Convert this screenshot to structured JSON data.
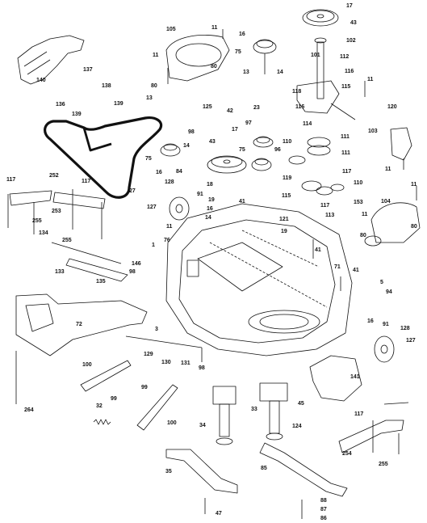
{
  "diagram": {
    "parts": [
      {
        "id": "p17a",
        "label": "17"
      },
      {
        "id": "p43a",
        "label": "43"
      },
      {
        "id": "p102",
        "label": "102"
      },
      {
        "id": "p105",
        "label": "105"
      },
      {
        "id": "p11a",
        "label": "11"
      },
      {
        "id": "p16a",
        "label": "16"
      },
      {
        "id": "p11b",
        "label": "11"
      },
      {
        "id": "p75a",
        "label": "75"
      },
      {
        "id": "p101",
        "label": "101"
      },
      {
        "id": "p112",
        "label": "112"
      },
      {
        "id": "p140",
        "label": "140"
      },
      {
        "id": "p137",
        "label": "137"
      },
      {
        "id": "p80a",
        "label": "80"
      },
      {
        "id": "p80b",
        "label": "80"
      },
      {
        "id": "p13a",
        "label": "13"
      },
      {
        "id": "p14a",
        "label": "14"
      },
      {
        "id": "p116",
        "label": "116"
      },
      {
        "id": "p11c",
        "label": "11"
      },
      {
        "id": "p115",
        "label": "115"
      },
      {
        "id": "p138",
        "label": "138"
      },
      {
        "id": "p118",
        "label": "118"
      },
      {
        "id": "p136",
        "label": "136"
      },
      {
        "id": "p139a",
        "label": "139"
      },
      {
        "id": "p139b",
        "label": "139"
      },
      {
        "id": "p13b",
        "label": "13"
      },
      {
        "id": "p125",
        "label": "125"
      },
      {
        "id": "p42",
        "label": "42"
      },
      {
        "id": "p23",
        "label": "23"
      },
      {
        "id": "p116b",
        "label": "116"
      },
      {
        "id": "p120",
        "label": "120"
      },
      {
        "id": "p114",
        "label": "114"
      },
      {
        "id": "p98a",
        "label": "98"
      },
      {
        "id": "p97",
        "label": "97"
      },
      {
        "id": "p17b",
        "label": "17"
      },
      {
        "id": "p103",
        "label": "103"
      },
      {
        "id": "p43b",
        "label": "43"
      },
      {
        "id": "p14b",
        "label": "14"
      },
      {
        "id": "p110a",
        "label": "110"
      },
      {
        "id": "p96",
        "label": "96"
      },
      {
        "id": "p75b",
        "label": "75"
      },
      {
        "id": "p111a",
        "label": "111"
      },
      {
        "id": "p75c",
        "label": "75"
      },
      {
        "id": "p111b",
        "label": "111"
      },
      {
        "id": "p84",
        "label": "84"
      },
      {
        "id": "p16b",
        "label": "16"
      },
      {
        "id": "p11d",
        "label": "11"
      },
      {
        "id": "p252",
        "label": "252"
      },
      {
        "id": "p117a",
        "label": "117"
      },
      {
        "id": "p117b",
        "label": "117"
      },
      {
        "id": "p27",
        "label": "27"
      },
      {
        "id": "p128a",
        "label": "128"
      },
      {
        "id": "p18",
        "label": "18"
      },
      {
        "id": "p119",
        "label": "119"
      },
      {
        "id": "p117c",
        "label": "117"
      },
      {
        "id": "p110b",
        "label": "110"
      },
      {
        "id": "p11e",
        "label": "11"
      },
      {
        "id": "p91a",
        "label": "91"
      },
      {
        "id": "p41a",
        "label": "41"
      },
      {
        "id": "p115b",
        "label": "115"
      },
      {
        "id": "p113",
        "label": "113"
      },
      {
        "id": "p153",
        "label": "153"
      },
      {
        "id": "p104",
        "label": "104"
      },
      {
        "id": "p253",
        "label": "253"
      },
      {
        "id": "p127a",
        "label": "127"
      },
      {
        "id": "p19a",
        "label": "19"
      },
      {
        "id": "p117d",
        "label": "117"
      },
      {
        "id": "p16c",
        "label": "16"
      },
      {
        "id": "p14c",
        "label": "14"
      },
      {
        "id": "p121",
        "label": "121"
      },
      {
        "id": "p11f",
        "label": "11"
      },
      {
        "id": "p11g",
        "label": "11"
      },
      {
        "id": "p255a",
        "label": "255"
      },
      {
        "id": "p255b",
        "label": "255"
      },
      {
        "id": "p19b",
        "label": "19"
      },
      {
        "id": "p134",
        "label": "134"
      },
      {
        "id": "p76",
        "label": "76"
      },
      {
        "id": "p80c",
        "label": "80"
      },
      {
        "id": "p80d",
        "label": "80"
      },
      {
        "id": "p146",
        "label": "146"
      },
      {
        "id": "p133",
        "label": "133"
      },
      {
        "id": "p41b",
        "label": "41"
      },
      {
        "id": "p71",
        "label": "71"
      },
      {
        "id": "p41c",
        "label": "41"
      },
      {
        "id": "p98b",
        "label": "98"
      },
      {
        "id": "p135",
        "label": "135"
      },
      {
        "id": "p1",
        "label": "1"
      },
      {
        "id": "p5",
        "label": "5"
      },
      {
        "id": "p94",
        "label": "94"
      },
      {
        "id": "p3",
        "label": "3"
      },
      {
        "id": "p91b",
        "label": "91"
      },
      {
        "id": "p16d",
        "label": "16"
      },
      {
        "id": "p128b",
        "label": "128"
      },
      {
        "id": "p72",
        "label": "72"
      },
      {
        "id": "p129",
        "label": "129"
      },
      {
        "id": "p130",
        "label": "130"
      },
      {
        "id": "p131",
        "label": "131"
      },
      {
        "id": "p127b",
        "label": "127"
      },
      {
        "id": "p98c",
        "label": "98"
      },
      {
        "id": "p100a",
        "label": "100"
      },
      {
        "id": "p141",
        "label": "141"
      },
      {
        "id": "p99a",
        "label": "99"
      },
      {
        "id": "p99b",
        "label": "99"
      },
      {
        "id": "p45",
        "label": "45"
      },
      {
        "id": "p33",
        "label": "33"
      },
      {
        "id": "p32",
        "label": "32"
      },
      {
        "id": "p264",
        "label": "264"
      },
      {
        "id": "p100b",
        "label": "100"
      },
      {
        "id": "p117e",
        "label": "117"
      },
      {
        "id": "p34",
        "label": "34"
      },
      {
        "id": "p124",
        "label": "124"
      },
      {
        "id": "p254",
        "label": "254"
      },
      {
        "id": "p255c",
        "label": "255"
      },
      {
        "id": "p35",
        "label": "35"
      },
      {
        "id": "p85",
        "label": "85"
      },
      {
        "id": "p88",
        "label": "88"
      },
      {
        "id": "p87",
        "label": "87"
      },
      {
        "id": "p47",
        "label": "47"
      },
      {
        "id": "p86",
        "label": "86"
      }
    ]
  }
}
